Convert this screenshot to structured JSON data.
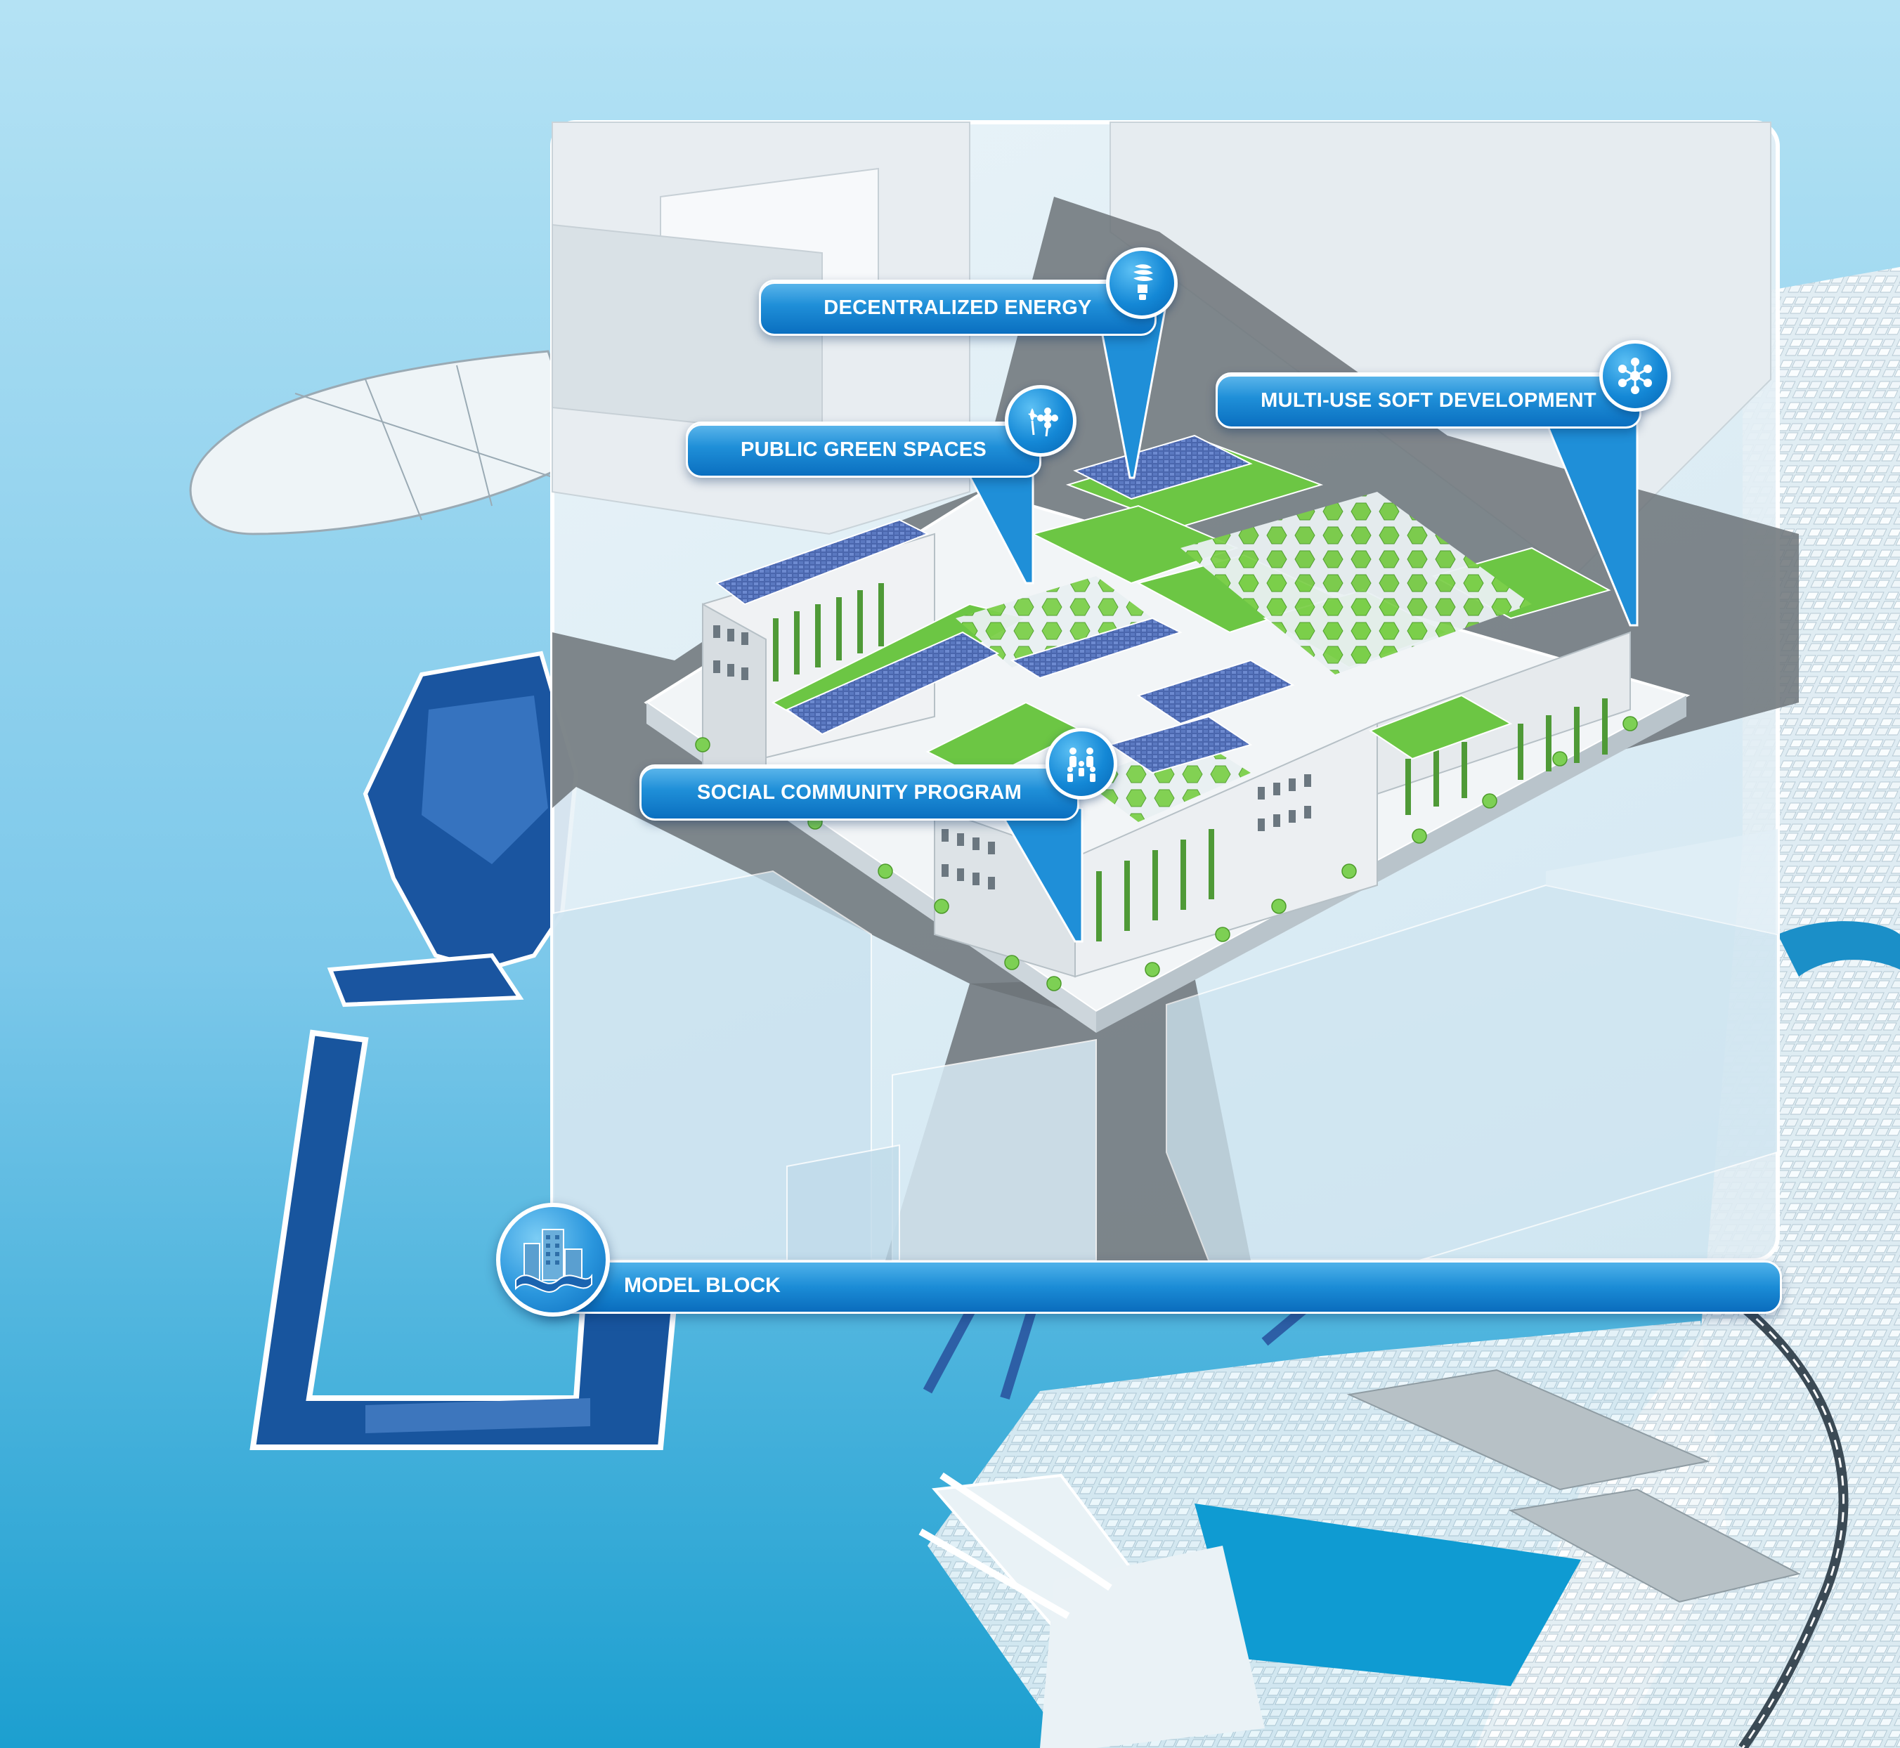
{
  "callouts": {
    "energy": {
      "label": "DECENTRALIZED ENERGY",
      "icon": "lightbulb-icon"
    },
    "green": {
      "label": "PUBLIC GREEN SPACES",
      "icon": "flower-icon"
    },
    "multiuse": {
      "label": "MULTI-USE SOFT DEVELOPMENT",
      "icon": "network-icon"
    },
    "social": {
      "label": "SOCIAL COMMUNITY PROGRAM",
      "icon": "people-icon"
    }
  },
  "footer": {
    "label": "MODEL BLOCK",
    "icon": "city-block-icon"
  },
  "colors": {
    "accent": "#1488d6",
    "water": "#2aa6d6",
    "green_roof": "#6cc644",
    "solar": "#4f6fb4"
  }
}
